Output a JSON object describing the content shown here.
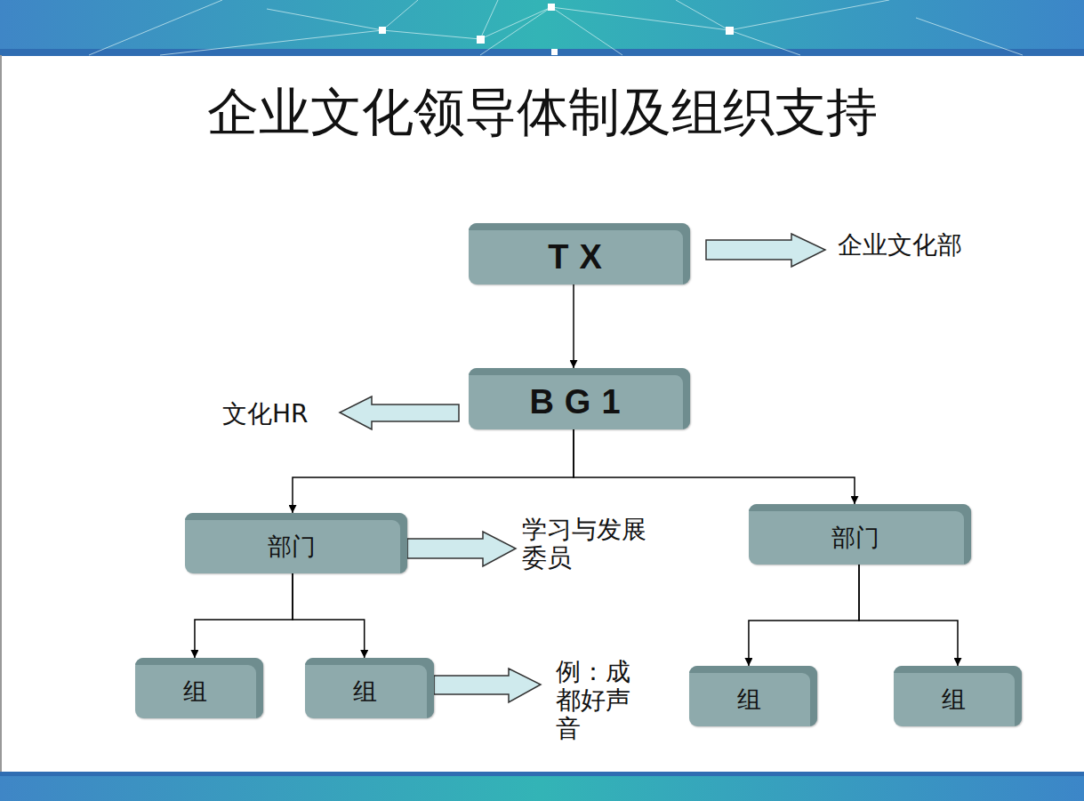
{
  "diagram": {
    "title": "企业文化领导体制及组织支持",
    "nodes": [
      {
        "text": [
          "TX"
        ]
      },
      {
        "text": [
          "BG1"
        ]
      },
      {
        "text": [
          "部门"
        ]
      },
      {
        "text": [
          "部门"
        ]
      },
      {
        "text": [
          "组"
        ]
      },
      {
        "text": [
          "组"
        ]
      },
      {
        "text": [
          "组"
        ]
      },
      {
        "text": [
          "组"
        ]
      }
    ],
    "edges": [
      {
        "from": 0,
        "to": 1,
        "arrow": "to"
      },
      {
        "from": 1,
        "to": 2,
        "arrow": "to"
      },
      {
        "from": 1,
        "to": 3,
        "arrow": "to"
      },
      {
        "from": 2,
        "to": 4,
        "arrow": "to"
      },
      {
        "from": 2,
        "to": 5,
        "arrow": "to"
      },
      {
        "from": 3,
        "to": 6,
        "arrow": "to"
      },
      {
        "from": 3,
        "to": 7,
        "arrow": "to"
      }
    ],
    "labels": [
      "企业文化部",
      "文化HR",
      "学习与发展委员",
      "例：成都好声音"
    ]
  }
}
